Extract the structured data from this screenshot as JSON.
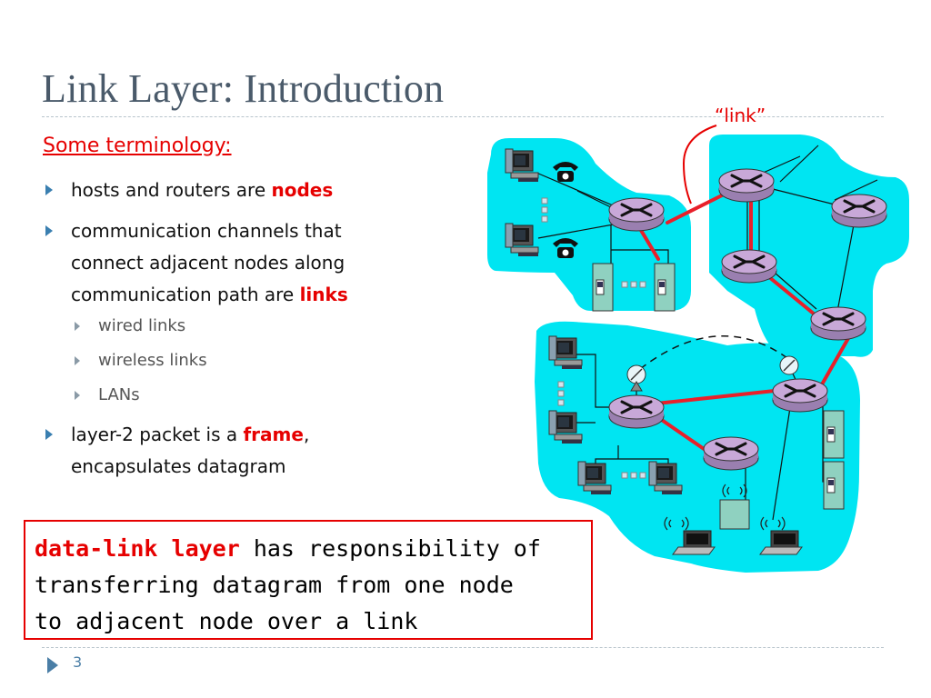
{
  "slide": {
    "title": "Link Layer: Introduction",
    "heading": "Some terminology:",
    "bullets": [
      {
        "lines": [
          {
            "pre": "hosts and routers are ",
            "em": "nodes",
            "post": ""
          }
        ]
      },
      {
        "lines": [
          {
            "pre": "communication channels that",
            "em": "",
            "post": ""
          },
          {
            "pre": "connect adjacent nodes along",
            "em": "",
            "post": ""
          },
          {
            "pre": "communication path are ",
            "em": "links",
            "post": ""
          }
        ]
      },
      {
        "lines": [
          {
            "pre": "layer-2 packet is a ",
            "em": "frame",
            "post": ","
          },
          {
            "pre": "encapsulates datagram",
            "em": "",
            "post": ""
          }
        ]
      }
    ],
    "sub_bullets": [
      "wired links",
      "wireless links",
      "LANs"
    ],
    "definition": {
      "lead": "data-link layer",
      "line1_rest": " has responsibility of",
      "line2": "transferring datagram from one node",
      "line3": "to adjacent node over a link"
    },
    "page_number": "3"
  },
  "diagram": {
    "link_label": "“link”",
    "colors": {
      "network_fill": "#00e5f2",
      "router_fill": "#c8a8d8",
      "link_highlight": "#e8202a",
      "label_red": "#e60000"
    }
  }
}
